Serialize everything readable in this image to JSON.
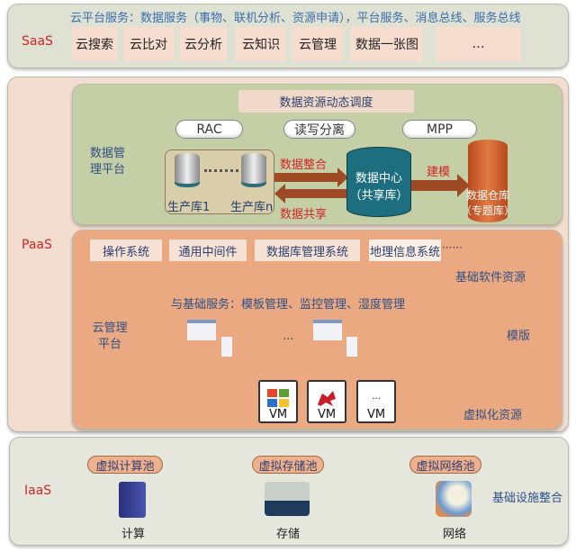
{
  "saas": {
    "label": "SaaS",
    "title": "云平台服务：数据服务（事物、联机分析、资源申请），平台服务、消息总线、服务总线",
    "items": [
      "云搜索",
      "云比对",
      "云分析",
      "云知识",
      "云管理",
      "数据一张图",
      "…"
    ]
  },
  "paas": {
    "label": "PaaS",
    "data_mgmt": {
      "label": "数据管理平台",
      "scheduler": "数据资源动态调度",
      "pills": [
        "RAC",
        "读写分离",
        "MPP"
      ],
      "prod_db_1": "生产库1",
      "prod_db_n": "生产库n",
      "integrate": "数据整合",
      "share": "数据共享",
      "data_center": "数据中心",
      "data_center_sub": "（共享库）",
      "modeling": "建模",
      "warehouse": "数据仓库",
      "warehouse_sub": "（专题库）"
    },
    "cloud_mgmt": {
      "label": "云管理平台",
      "software": [
        "操作系统",
        "通用中间件",
        "数据库管理系统",
        "地理信息系统"
      ],
      "software_more": "······",
      "software_label": "基础软件资源",
      "services": "与基础服务：模板管理、监控管理、湿度管理",
      "ellipsis": "···",
      "template_label": "模版",
      "vms": [
        "VM",
        "VM",
        "VM"
      ],
      "vm_more": "···",
      "virtual_label": "虚拟化资源"
    }
  },
  "iaas": {
    "label": "IaaS",
    "pools": [
      "虚拟计算池",
      "虚拟存储池",
      "虚拟网络池"
    ],
    "resources": [
      "计算",
      "存储",
      "网络"
    ],
    "label_right": "基础设施整合"
  }
}
